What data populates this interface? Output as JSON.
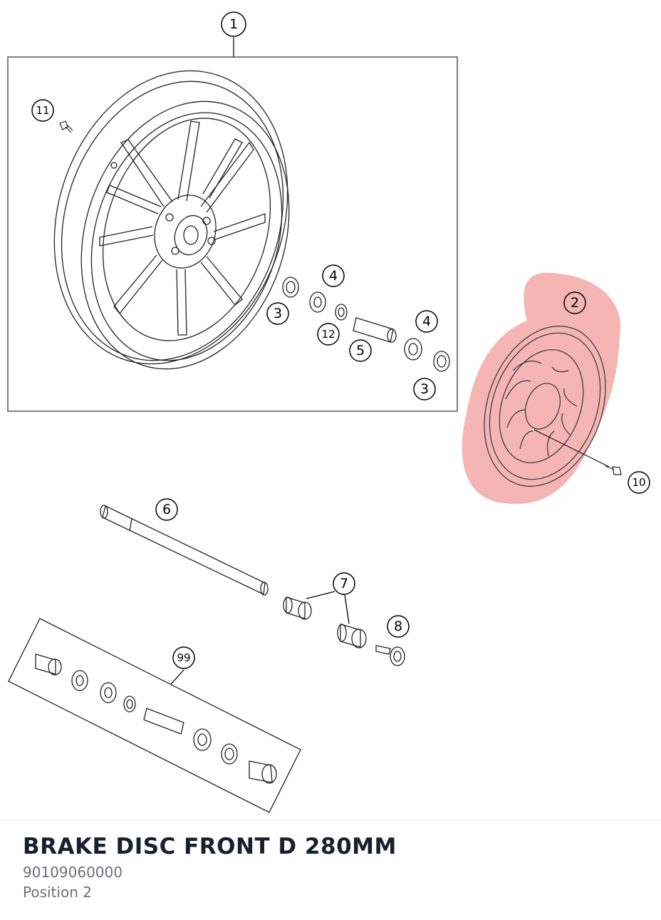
{
  "diagram": {
    "callouts": [
      {
        "id": "1",
        "label": "1"
      },
      {
        "id": "2",
        "label": "2"
      },
      {
        "id": "3a",
        "label": "3"
      },
      {
        "id": "3b",
        "label": "3"
      },
      {
        "id": "4a",
        "label": "4"
      },
      {
        "id": "4b",
        "label": "4"
      },
      {
        "id": "5",
        "label": "5"
      },
      {
        "id": "6",
        "label": "6"
      },
      {
        "id": "7",
        "label": "7"
      },
      {
        "id": "8",
        "label": "8"
      },
      {
        "id": "10",
        "label": "10"
      },
      {
        "id": "11",
        "label": "11"
      },
      {
        "id": "12",
        "label": "12"
      },
      {
        "id": "99",
        "label": "99"
      }
    ],
    "highlight_color": "#f4a3a3"
  },
  "selected_part": {
    "title": "BRAKE DISC FRONT D 280MM",
    "part_number": "90109060000",
    "position": "Position 2"
  }
}
